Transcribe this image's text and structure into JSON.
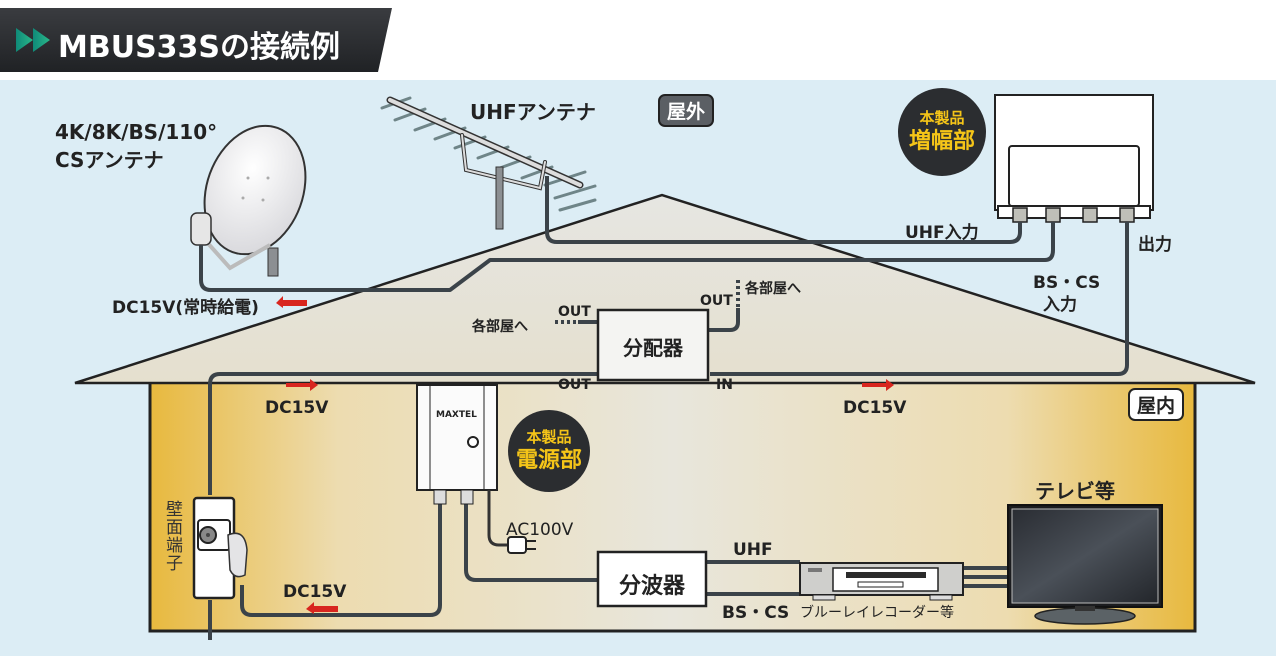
{
  "header": {
    "title": "MBUS33Sの接続例",
    "icon": "double-play-arrow-icon",
    "accent_color": "#1a9a76",
    "bar_color": "#2b2d30"
  },
  "zones": {
    "outdoor": "屋外",
    "indoor": "屋内"
  },
  "antennas": {
    "satellite": {
      "line1": "4K/8K/BS/110°",
      "line2": "CSアンテナ"
    },
    "uhf": "UHFアンテナ"
  },
  "amplifier": {
    "badge_line1": "本製品",
    "badge_line2": "増幅部",
    "port_uhf_in": "UHF入力",
    "port_bscs_in_line1": "BS・CS",
    "port_bscs_in_line2": "入力",
    "port_out": "出力"
  },
  "power_unit": {
    "badge_line1": "本製品",
    "badge_line2": "電源部",
    "brand": "MAXTEL",
    "ac_label": "AC100V"
  },
  "distributor": {
    "label": "分配器",
    "out_left": "OUT",
    "out_top": "OUT",
    "out_bottom": "OUT",
    "in": "IN",
    "to_rooms_left": "各部屋へ",
    "to_rooms_right": "各部屋へ"
  },
  "dc_labels": {
    "satellite_feed": "DC15V(常時給電)",
    "left": "DC15V",
    "right": "DC15V",
    "bottom": "DC15V"
  },
  "wall_outlet": "壁面端子",
  "separator": {
    "label": "分波器",
    "uhf": "UHF",
    "bscs": "BS・CS"
  },
  "recorder": "ブルーレイレコーダー等",
  "tv": "テレビ等",
  "colors": {
    "sky": "#dcedf5",
    "house_wall": "#e9c66a",
    "roof": "#e4e2d8",
    "arrow_red": "#d8261f",
    "cable": "#3b4349",
    "badge_text": "#f5c518"
  }
}
